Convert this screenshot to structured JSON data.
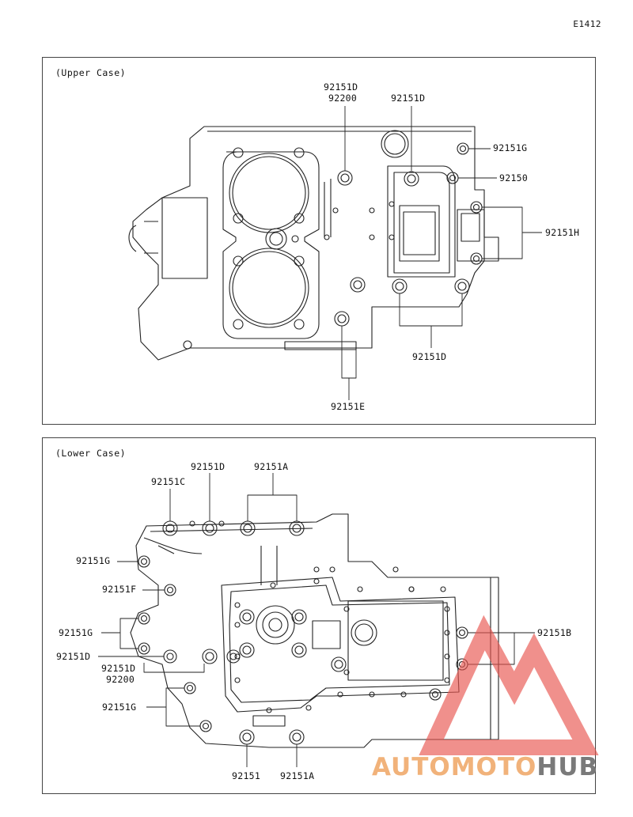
{
  "diagram_id": "E1412",
  "upper": {
    "title": "(Upper Case)",
    "labels": {
      "d_top_left_1": "92151D",
      "d_top_left_2": "92200",
      "d_top_center": "92151D",
      "g_right": "92151G",
      "p_92150": "92150",
      "h_right": "92151H",
      "d_bottom": "92151D",
      "e_bottom": "92151E"
    }
  },
  "lower": {
    "title": "(Lower Case)",
    "labels": {
      "c_top": "92151C",
      "d_top": "92151D",
      "a_top": "92151A",
      "g_left_1": "92151G",
      "f_left": "92151F",
      "g_left_2": "92151G",
      "d_left": "92151D",
      "d_left_2": "92151D",
      "p_92200": "92200",
      "g_left_3": "92151G",
      "b_right": "92151B",
      "p_92151": "92151",
      "a_bottom": "92151A"
    }
  },
  "watermark": {
    "part1": "AUTOMOTO",
    "part2": "HUB",
    "colors": {
      "primary": "#f1b27a",
      "secondary": "#7a7a7a",
      "triangle": "#e8554f"
    }
  }
}
